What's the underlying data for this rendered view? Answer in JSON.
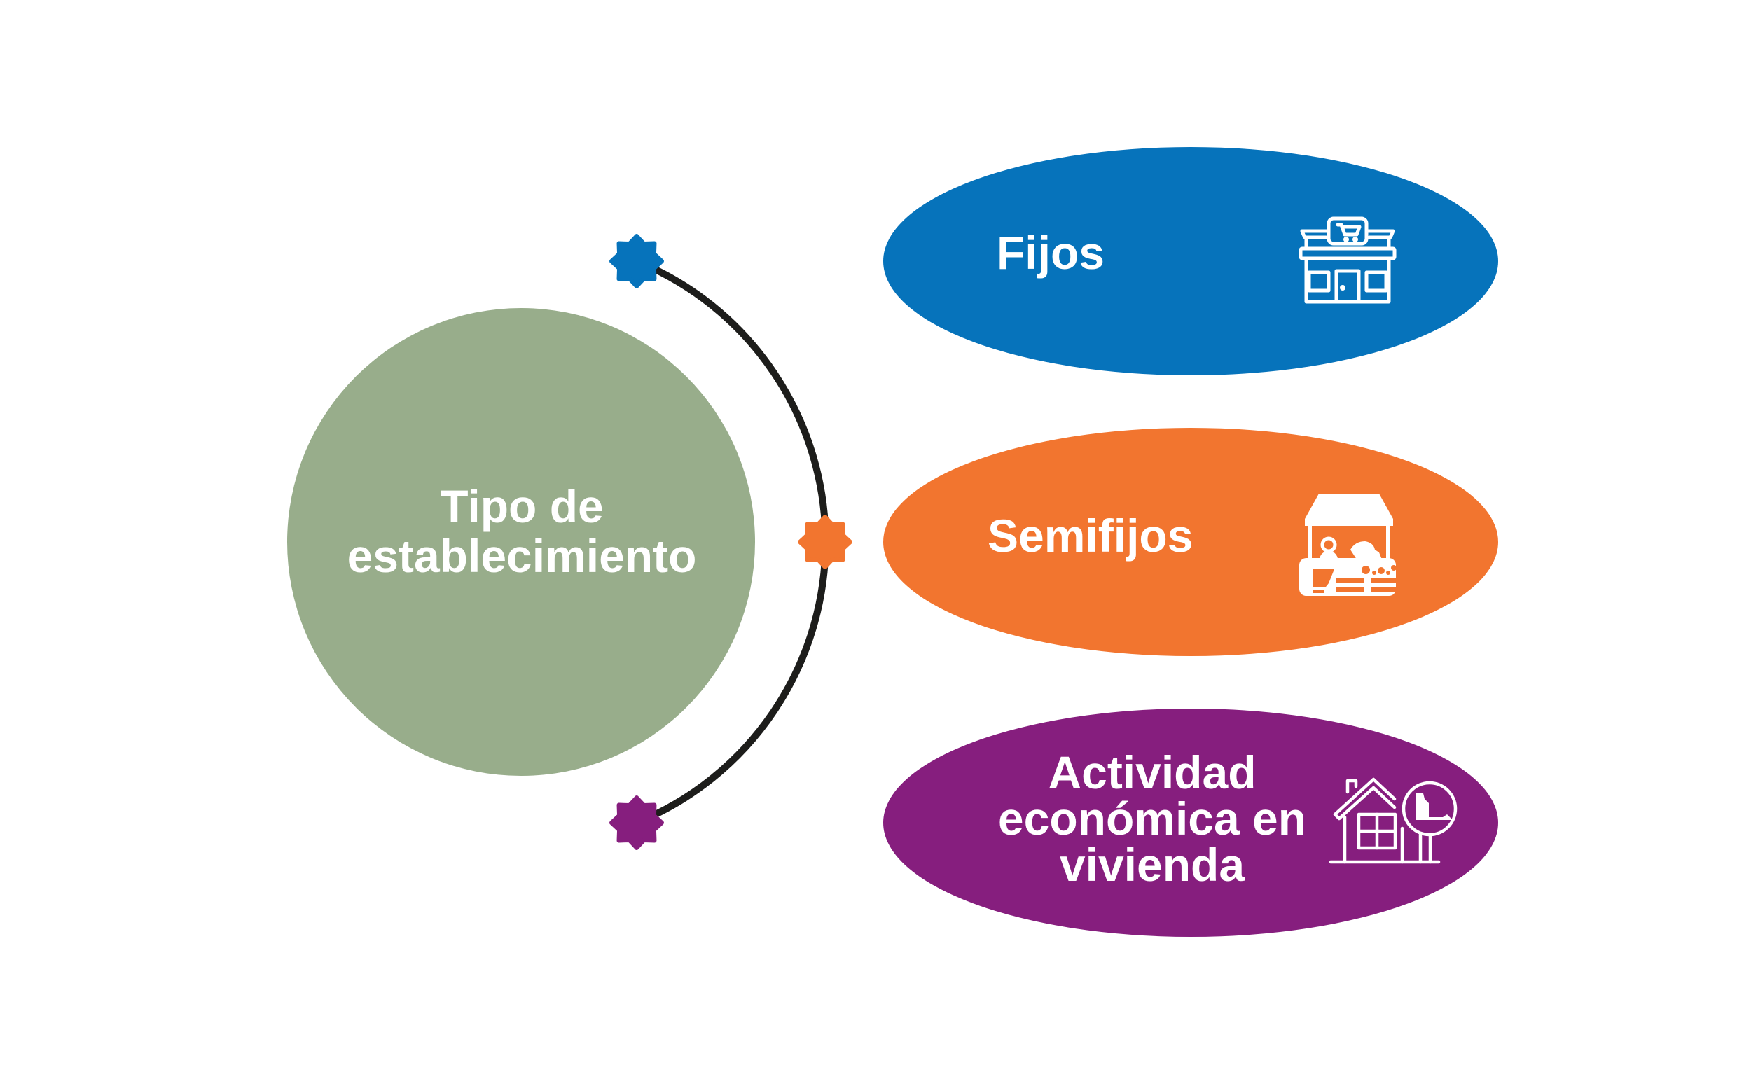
{
  "diagram": {
    "center": {
      "label_line1": "Tipo de",
      "label_line2": "establecimiento",
      "color": "#98ad8b"
    },
    "connector_color": "#1d1d1b",
    "branches": [
      {
        "label_lines": [
          "Fijos"
        ],
        "color": "#0673bb",
        "icon": "storefront-cart-icon"
      },
      {
        "label_lines": [
          "Semifijos"
        ],
        "color": "#f2752f",
        "icon": "market-stall-icon"
      },
      {
        "label_lines": [
          "Actividad",
          "económica en",
          "vivienda"
        ],
        "color": "#861e7e",
        "icon": "house-with-business-sign-icon"
      }
    ]
  }
}
